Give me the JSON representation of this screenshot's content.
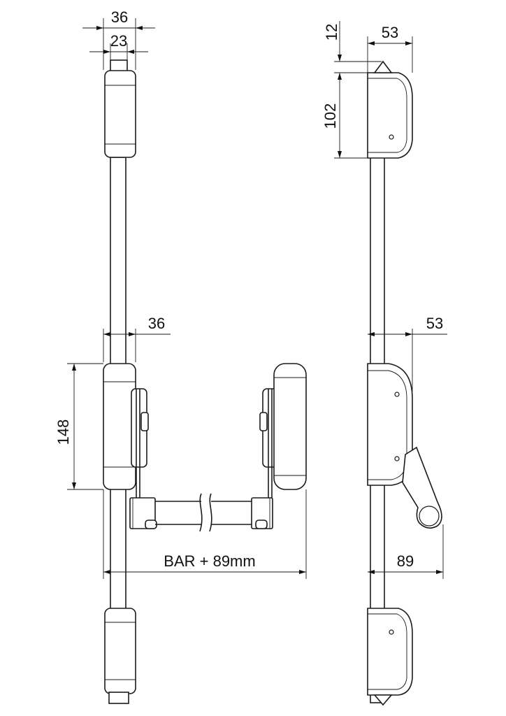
{
  "dimensions": {
    "top_width_outer": "36",
    "top_width_inner": "23",
    "side_top_gap": "12",
    "side_top_width": "53",
    "side_top_height": "102",
    "front_mid_width": "36",
    "front_mid_height": "148",
    "side_mid_width": "53",
    "bar_length": "BAR + 89mm",
    "side_lever_projection": "89"
  }
}
